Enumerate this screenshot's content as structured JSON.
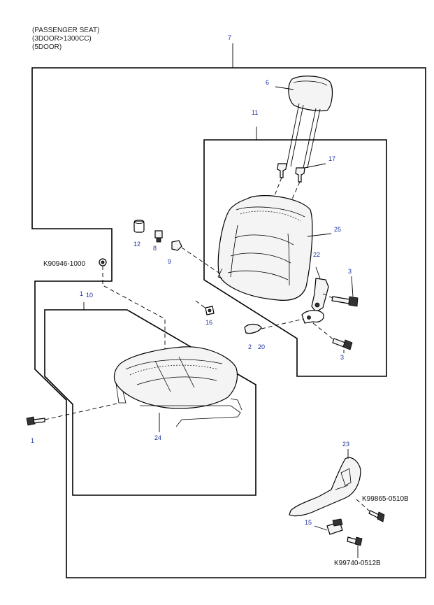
{
  "header": {
    "line1": "(PASSENGER SEAT)",
    "line2": "(3DOOR>1300CC)",
    "line3": "(5DOOR)"
  },
  "callouts": {
    "c7": "7",
    "c6": "6",
    "c11": "11",
    "c17": "17",
    "c25": "25",
    "c22": "22",
    "c3a": "3",
    "c3b": "3",
    "c12": "12",
    "c8": "8",
    "c9": "9",
    "c16": "16",
    "c2": "2",
    "c20": "20",
    "c1top": "1",
    "c10": "10",
    "c1": "1",
    "c24": "24",
    "c23": "23",
    "c15": "15"
  },
  "codes": {
    "k90946": "K90946-1000",
    "k99865": "K99865-0510B",
    "k99740": "K99740-0512B"
  }
}
